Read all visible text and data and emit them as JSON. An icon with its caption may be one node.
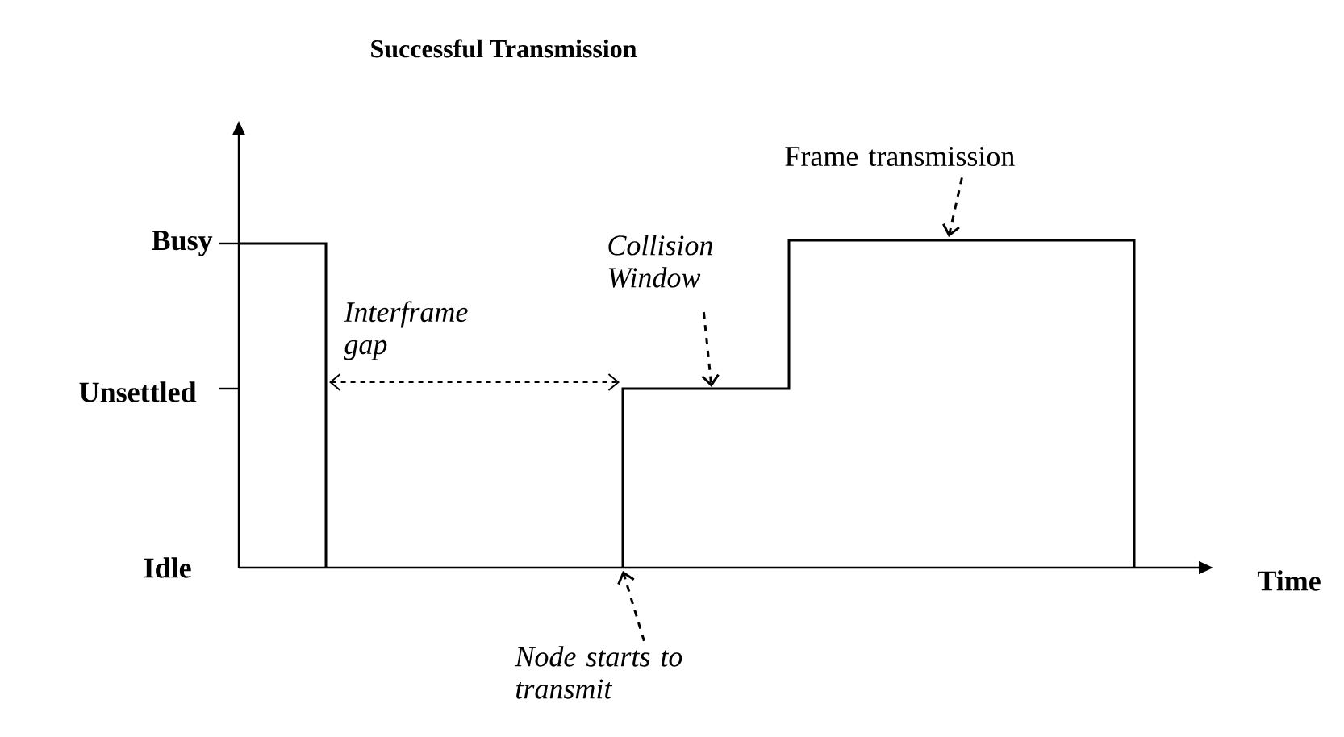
{
  "diagram": {
    "title": "Successful Transmission",
    "nodes": [
      {
        "text": [
          "Collision Window"
        ]
      },
      {
        "text": [
          "Frame transmission"
        ]
      },
      {
        "text": [
          "Node starts to transmit"
        ]
      }
    ],
    "edges": [
      {
        "from": 0,
        "to": null,
        "arrow": "to",
        "style": "dashed"
      },
      {
        "from": 1,
        "to": null,
        "arrow": "to",
        "style": "dashed"
      },
      {
        "from": 2,
        "to": null,
        "arrow": "to",
        "style": "dashed"
      }
    ],
    "labels": [
      "Busy",
      "Interframe gap",
      "Unsettled",
      "Idle",
      "Time"
    ]
  }
}
